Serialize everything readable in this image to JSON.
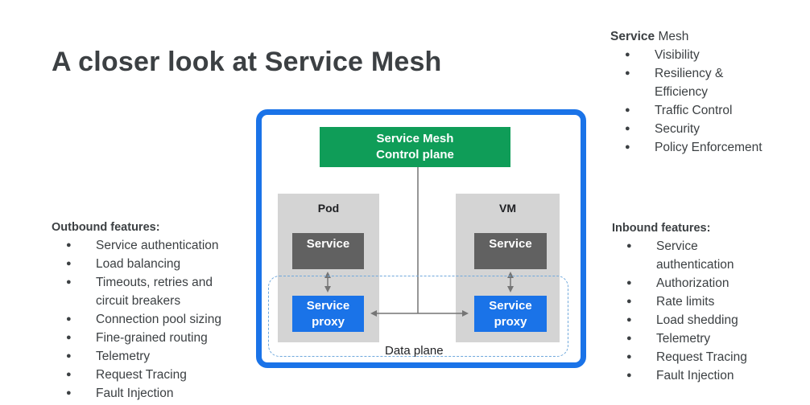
{
  "title": "A closer look at Service Mesh",
  "service_mesh": {
    "heading_bold": "Service",
    "heading_rest": " Mesh",
    "items": [
      "Visibility",
      "Resiliency &",
      "Efficiency",
      "Traffic Control",
      "Security",
      "Policy Enforcement"
    ]
  },
  "outbound": {
    "heading": "Outbound features:",
    "items": [
      "Service authentication",
      "Load balancing",
      "Timeouts, retries and",
      "circuit breakers",
      "Connection pool sizing",
      "Fine-grained routing",
      "Telemetry",
      "Request Tracing",
      "Fault Injection"
    ]
  },
  "inbound": {
    "heading": "Inbound features:",
    "items": [
      "Service",
      "authentication",
      "Authorization",
      "Rate limits",
      "Load shedding",
      "Telemetry",
      "Request Tracing",
      "Fault Injection"
    ]
  },
  "diagram": {
    "control_plane": [
      "Service Mesh",
      "Control plane"
    ],
    "pod_label": "Pod",
    "vm_label": "VM",
    "service_label": "Service",
    "proxy_label": [
      "Service",
      "proxy"
    ],
    "data_plane_label": "Data plane",
    "colors": {
      "frame": "#1a73e8",
      "control_plane": "#0f9d58",
      "host": "#d4d4d4",
      "service": "#616161",
      "proxy": "#1a73e8",
      "data_plane_border": "#6fa8dc"
    }
  }
}
